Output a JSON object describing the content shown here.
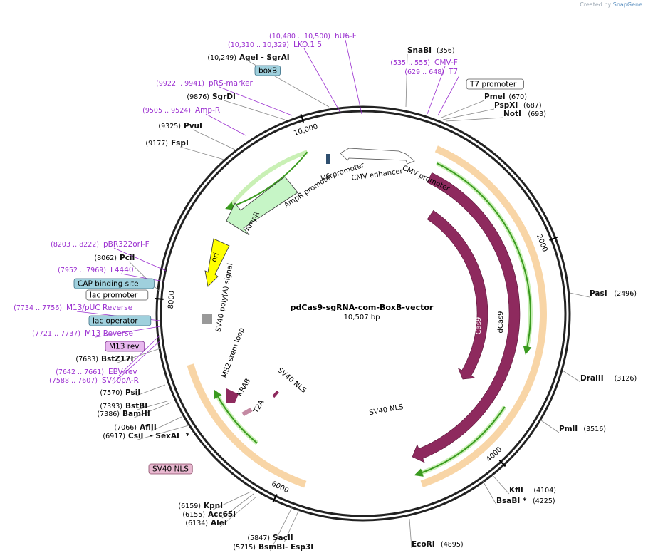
{
  "credit": {
    "prefix": "Created by",
    "brand": "SnapGene"
  },
  "plasmid": {
    "name": "pdCas9-sgRNA-com-BoxB-vector",
    "length_label": "10,507 bp",
    "length": 10507
  },
  "ticks": [
    {
      "pos": 2000,
      "label": "2000"
    },
    {
      "pos": 4000,
      "label": "4000"
    },
    {
      "pos": 6000,
      "label": "6000"
    },
    {
      "pos": 8000,
      "label": "8000"
    },
    {
      "pos": 10000,
      "label": "10,000"
    }
  ],
  "sites": [
    {
      "id": "snabi",
      "name": "SnaBI",
      "coord": "(356)",
      "pos": 356
    },
    {
      "id": "pmei",
      "name": "PmeI",
      "coord": "(670)",
      "pos": 670
    },
    {
      "id": "pspxi",
      "name": "PspXI",
      "coord": "(687)",
      "pos": 687
    },
    {
      "id": "noti",
      "name": "NotI",
      "coord": "(693)",
      "pos": 693
    },
    {
      "id": "pasi",
      "name": "PasI",
      "coord": "(2496)",
      "pos": 2496
    },
    {
      "id": "draiii",
      "name": "DraIII",
      "coord": "(3126)",
      "pos": 3126
    },
    {
      "id": "pmli",
      "name": "PmlI",
      "coord": "(3516)",
      "pos": 3516
    },
    {
      "id": "kfli",
      "name": "KflI",
      "coord": "(4104)",
      "pos": 4104
    },
    {
      "id": "bsabi",
      "name": "BsaBI",
      "coord": "(4225)",
      "pos": 4225,
      "star": "*"
    },
    {
      "id": "ecori",
      "name": "EcoRI",
      "coord": "(4895)",
      "pos": 4895
    },
    {
      "id": "sacii",
      "name": "SacII",
      "coord": "(5847)",
      "pos": 5847
    },
    {
      "id": "bsmbi",
      "name": "BsmBI",
      "coord": "(5715)",
      "pos": 5715,
      "extra": "- Esp3I"
    },
    {
      "id": "alei",
      "name": "AleI",
      "coord": "(6134)",
      "pos": 6134
    },
    {
      "id": "acc65i",
      "name": "Acc65I",
      "coord": "(6155)",
      "pos": 6155
    },
    {
      "id": "kpni",
      "name": "KpnI",
      "coord": "(6159)",
      "pos": 6159
    },
    {
      "id": "csii",
      "name": "CsiI",
      "coord": "(6917)",
      "pos": 6917,
      "extra": "- SexAI",
      "star": "*"
    },
    {
      "id": "aflii",
      "name": "AflII",
      "coord": "(7066)",
      "pos": 7066
    },
    {
      "id": "bamhi",
      "name": "BamHI",
      "coord": "(7386)",
      "pos": 7386
    },
    {
      "id": "bstbi",
      "name": "BstBI",
      "coord": "(7393)",
      "pos": 7393
    },
    {
      "id": "psii",
      "name": "PsiI",
      "coord": "(7570)",
      "pos": 7570
    },
    {
      "id": "bstz17i",
      "name": "BstZ17I",
      "coord": "(7683)",
      "pos": 7683
    },
    {
      "id": "pcii",
      "name": "PciI",
      "coord": "(8062)",
      "pos": 8062
    },
    {
      "id": "fspi",
      "name": "FspI",
      "coord": "(9177)",
      "pos": 9177
    },
    {
      "id": "pvui",
      "name": "PvuI",
      "coord": "(9325)",
      "pos": 9325
    },
    {
      "id": "sgrdi",
      "name": "SgrDI",
      "coord": "(9876)",
      "pos": 9876
    },
    {
      "id": "agei",
      "name": "AgeI",
      "coord": "(10,249)",
      "pos": 10249,
      "extra": "- SgrAI"
    }
  ],
  "primers": [
    {
      "id": "hu6f",
      "name": "hU6-F",
      "coord": "(10,480 .. 10,500)",
      "pos": 10490
    },
    {
      "id": "lko",
      "name": "LKO.1 5'",
      "coord": "(10,310 .. 10,329)",
      "pos": 10320
    },
    {
      "id": "prs",
      "name": "pRS-marker",
      "coord": "(9922 .. 9941)",
      "pos": 9932
    },
    {
      "id": "ampr",
      "name": "Amp-R",
      "coord": "(9505 .. 9524)",
      "pos": 9515
    },
    {
      "id": "cmvf",
      "name": "CMV-F",
      "coord": "(535 .. 555)",
      "pos": 545
    },
    {
      "id": "t7",
      "name": "T7",
      "coord": "(629 .. 648)",
      "pos": 638
    },
    {
      "id": "pbr",
      "name": "pBR322ori-F",
      "coord": "(8203 .. 8222)",
      "pos": 8212
    },
    {
      "id": "l4440",
      "name": "L4440",
      "coord": "(7952 .. 7969)",
      "pos": 7960
    },
    {
      "id": "m13puc",
      "name": "M13/pUC Reverse",
      "coord": "(7734 .. 7756)",
      "pos": 7745
    },
    {
      "id": "m13rev",
      "name": "M13 Reverse",
      "coord": "(7721 .. 7737)",
      "pos": 7729
    },
    {
      "id": "ebvrev",
      "name": "EBV-rev",
      "coord": "(7642 .. 7661)",
      "pos": 7651
    },
    {
      "id": "sv40par",
      "name": "SV40pA-R",
      "coord": "(7588 .. 7607)",
      "pos": 7597
    }
  ],
  "boxes": [
    {
      "id": "boxb",
      "name": "boxB",
      "style": "blue"
    },
    {
      "id": "t7prom",
      "name": "T7 promoter",
      "style": "white"
    },
    {
      "id": "cap",
      "name": "CAP binding site",
      "style": "blue"
    },
    {
      "id": "lacprom",
      "name": "lac promoter",
      "style": "white"
    },
    {
      "id": "lacop",
      "name": "lac operator",
      "style": "blue"
    },
    {
      "id": "m13revbox",
      "name": "M13 rev",
      "style": "purple"
    },
    {
      "id": "sv40nlsbox",
      "name": "SV40 NLS",
      "style": "pink"
    }
  ],
  "features": [
    {
      "id": "u6",
      "label": "U6 promoter"
    },
    {
      "id": "cmvenh",
      "label": "CMV enhancer"
    },
    {
      "id": "cmvprom",
      "label": "CMV promoter"
    },
    {
      "id": "amprprom",
      "label": "AmpR promoter"
    },
    {
      "id": "amprgene",
      "label": "AmpR"
    },
    {
      "id": "ori",
      "label": "ori"
    },
    {
      "id": "sv40polya",
      "label": "SV40 poly(A) signal"
    },
    {
      "id": "ms2",
      "label": "MS2 stem loop"
    },
    {
      "id": "krab",
      "label": "KRAB"
    },
    {
      "id": "t2a",
      "label": "T2A"
    },
    {
      "id": "sv40nls1",
      "label": "SV40 NLS"
    },
    {
      "id": "sv40nls2",
      "label": "SV40 NLS"
    },
    {
      "id": "cas9",
      "label": "Cas9"
    },
    {
      "id": "dcas9",
      "label": "dCas9"
    }
  ],
  "colors": {
    "backbone": "#222222",
    "enzyme": "#111111",
    "primer": "#9b30d0",
    "cas9": "#8e2a5e",
    "ampr": "#c6f5c6",
    "ori": "#ffff00",
    "orange_band": "#f2b35c",
    "green_band": "#3a9a1f"
  }
}
